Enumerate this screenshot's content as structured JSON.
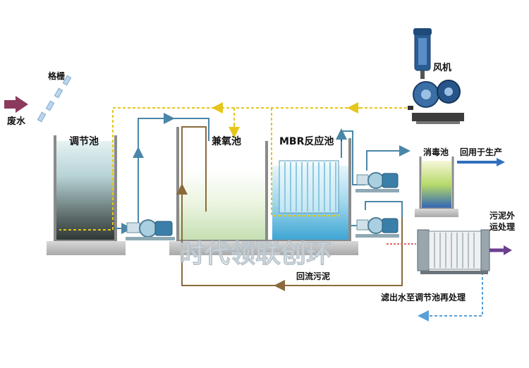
{
  "labels": {
    "wastewater": "废水",
    "grille": "格栅",
    "equalization_tank": "调节池",
    "anoxic_tank": "兼氧池",
    "mbr_tank": "MBR反应池",
    "blower": "风机",
    "disinfection_tank": "消毒池",
    "reuse": "回用于生产",
    "sludge_out_line1": "污泥外",
    "sludge_out_line2": "运处理",
    "return_sludge": "回流污泥",
    "filtrate_return": "滤出水至调节池再处理",
    "watermark": "时代领联创环"
  },
  "colors": {
    "air_line": "#e6c619",
    "water_line": "#4a86a8",
    "sludge_line": "#8b6a3a",
    "filtrate_line": "#5aa0d8",
    "inflow_arrow": "#8b3a5e",
    "reuse_arrow": "#2f6fbf",
    "sludge_arrow": "#6b3f8f",
    "label": "#111111"
  },
  "icons": [
    "blower-icon",
    "pump-icon",
    "filter-press-icon",
    "grille-icon"
  ]
}
